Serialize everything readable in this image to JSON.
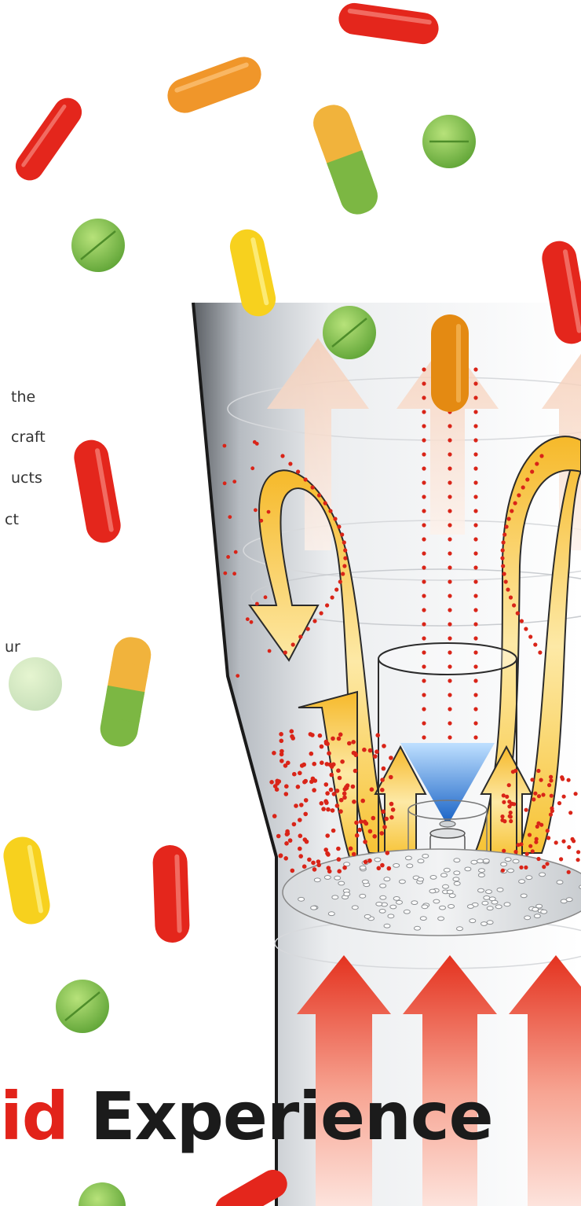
{
  "text_fragments": [
    "the",
    "craft",
    "ucts",
    "ct",
    "ur"
  ],
  "headline": {
    "accent": "id",
    "main": "Experience"
  },
  "colors": {
    "capsule_red": "#e4261c",
    "capsule_orange": "#f0962a",
    "capsule_yellow": "#f7d11e",
    "capsule_green": "#7cb743",
    "tablet_green": "#8ccb4e",
    "swirl_yellow": "#f7c335",
    "particle_red": "#d92418",
    "inlet_arrow_red": "#e8432e",
    "spray_blue": "#1d6fd0",
    "headline_red": "#e2231a",
    "headline_dark": "#1b1b1b"
  },
  "icons": [
    "capsule-icon",
    "tablet-icon",
    "airflow-arrow-icon",
    "spray-nozzle-icon"
  ]
}
